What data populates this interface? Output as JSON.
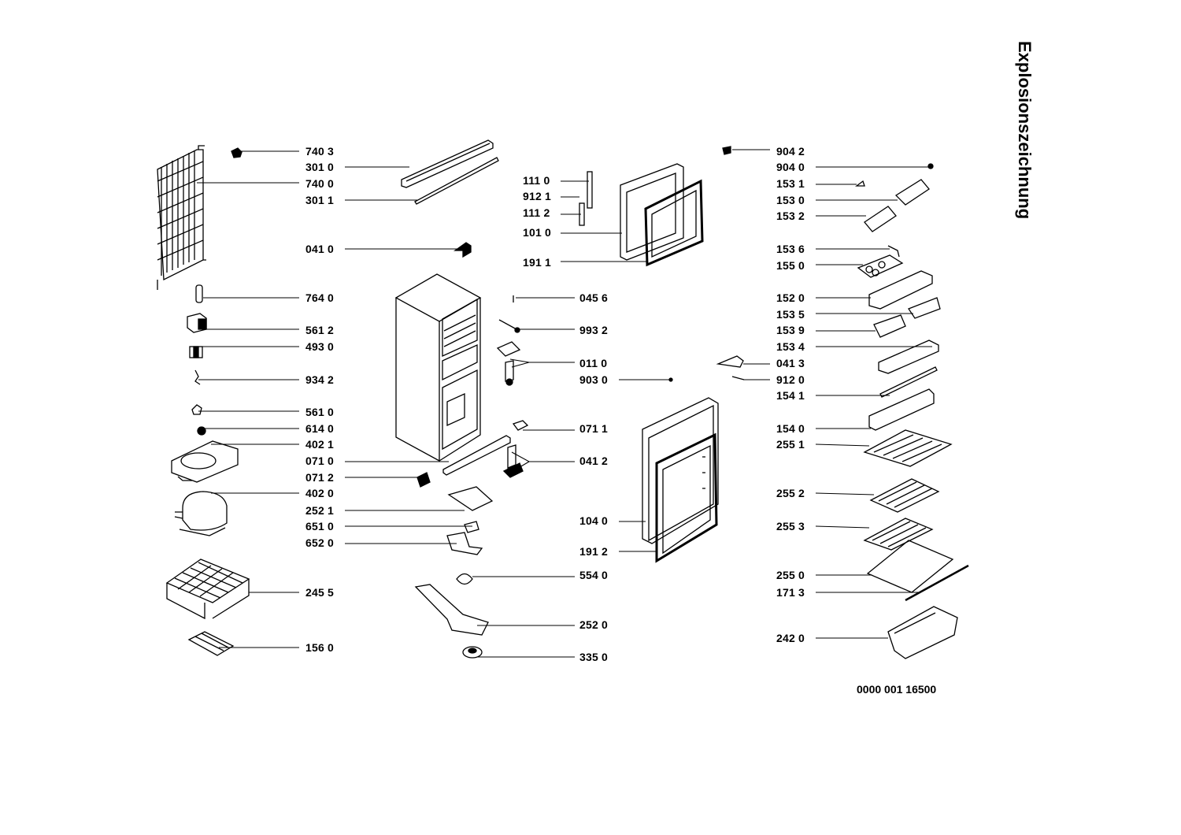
{
  "title": "Explosionszeichnung",
  "document_number": "0000 001 16500",
  "callouts_left": [
    "740 3",
    "301 0",
    "740 0",
    "301 1",
    "041 0",
    "764 0",
    "561 2",
    "493 0",
    "934 2",
    "561 0",
    "614 0",
    "402 1",
    "071 0",
    "071 2",
    "402 0",
    "252 1",
    "651 0",
    "652 0",
    "245 5",
    "156 0"
  ],
  "callouts_center": [
    "111 0",
    "912 1",
    "111 2",
    "101 0",
    "191 1",
    "045 6",
    "993 2",
    "011 0",
    "903 0",
    "071 1",
    "041 2",
    "104 0",
    "191 2",
    "554 0",
    "252 0",
    "335 0"
  ],
  "callouts_middle_right": [
    "904 2",
    "041 3",
    "912 0"
  ],
  "callouts_right": [
    "904 0",
    "153 1",
    "153 0",
    "153 2",
    "153 6",
    "155 0",
    "152 0",
    "153 5",
    "153 9",
    "153 4",
    "154 1",
    "154 0",
    "255 1",
    "255 2",
    "255 3",
    "255 0",
    "171 3",
    "242 0"
  ]
}
